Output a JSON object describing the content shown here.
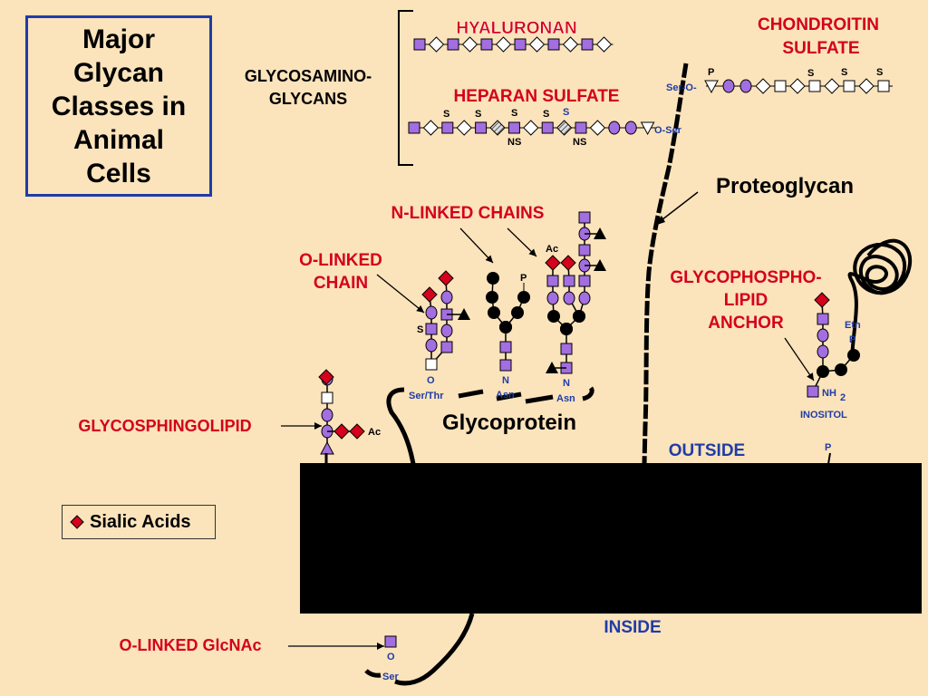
{
  "title": "Major\nGlycan\nClasses in\nAnimal\nCells",
  "colors": {
    "red": "#d4001c",
    "blue": "#1f3ca8",
    "purple": "#a36ee0",
    "black": "#000000",
    "background": "#fbe3bb"
  },
  "labels": {
    "hyaluronan": "HYALURONAN",
    "chondroitin_line1": "CHONDROITIN",
    "chondroitin_line2": "SULFATE",
    "gag_line1": "GLYCOSAMINO-",
    "gag_line2": "GLYCANS",
    "heparan": "HEPARAN SULFATE",
    "proteoglycan": "Proteoglycan",
    "nlinked": "N-LINKED CHAINS",
    "olinked_line1": "O-LINKED",
    "olinked_line2": "CHAIN",
    "gpi_line1": "GLYCOPHOSPHO-",
    "gpi_line2": "LIPID",
    "gpi_line3": "ANCHOR",
    "glycosphingolipid": "GLYCOSPHINGOLIPID",
    "glycoprotein": "Glycoprotein",
    "outside": "OUTSIDE",
    "inside": "INSIDE",
    "olinked_glcnac": "O-LINKED GlcNAc",
    "legend_sialic": "Sialic Acids"
  },
  "small": {
    "s": "S",
    "ns": "NS",
    "p": "P",
    "ac": "Ac",
    "o": "O",
    "n": "N",
    "asn": "Asn",
    "ser_thr": "Ser/Thr",
    "ser": "Ser",
    "ser_o": "Ser-O-",
    "o_ser": "O-Ser",
    "etn": "Etn",
    "nh": "NH",
    "two": "2",
    "inositol": "INOSITOL"
  }
}
